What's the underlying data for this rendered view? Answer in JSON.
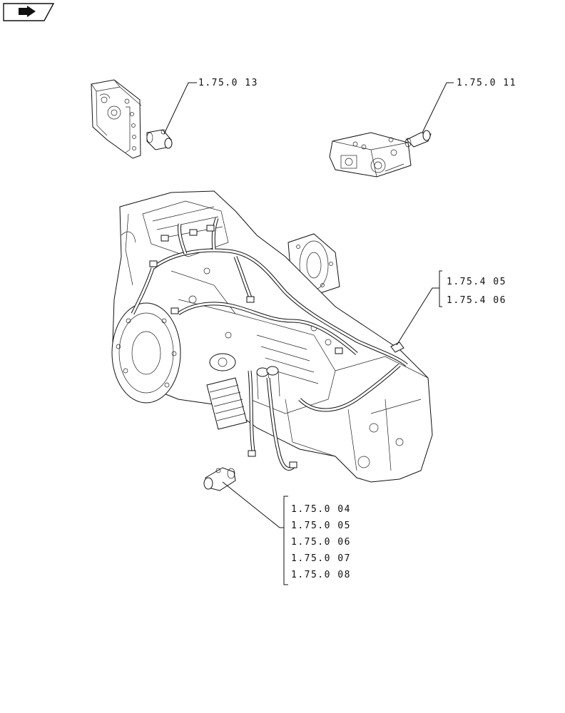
{
  "nav": {
    "icon": "back-arrow-icon"
  },
  "callouts": {
    "top_left": {
      "refs": [
        "1.75.0 13"
      ]
    },
    "top_right": {
      "refs": [
        "1.75.0 11"
      ]
    },
    "harness": {
      "refs": [
        "1.75.4 05",
        "1.75.4 06"
      ]
    },
    "sensor": {
      "refs": [
        "1.75.0 04",
        "1.75.0 05",
        "1.75.0 06",
        "1.75.0 07",
        "1.75.0 08"
      ]
    }
  }
}
